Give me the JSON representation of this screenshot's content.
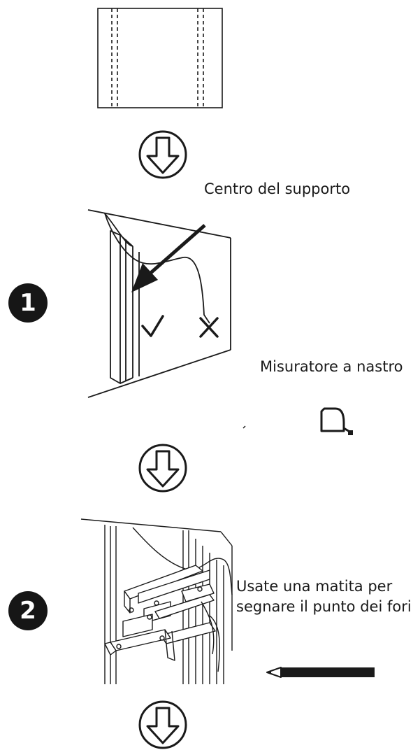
{
  "steps": [
    {
      "number": "1"
    },
    {
      "number": "2"
    }
  ],
  "labels": {
    "bracket_center": "Centro del supporto",
    "tape_measure": "Misuratore a nastro",
    "pencil_line1": "Usate una matita per",
    "pencil_line2": "segnare il punto dei fori"
  },
  "icons": {
    "next_step": "down-arrow-circle-icon",
    "correct": "checkmark-icon",
    "incorrect": "cross-icon",
    "tape_measure": "tape-measure-icon",
    "pencil": "pencil-icon"
  },
  "colors": {
    "ink": "#1a1a1a",
    "background": "#ffffff"
  }
}
